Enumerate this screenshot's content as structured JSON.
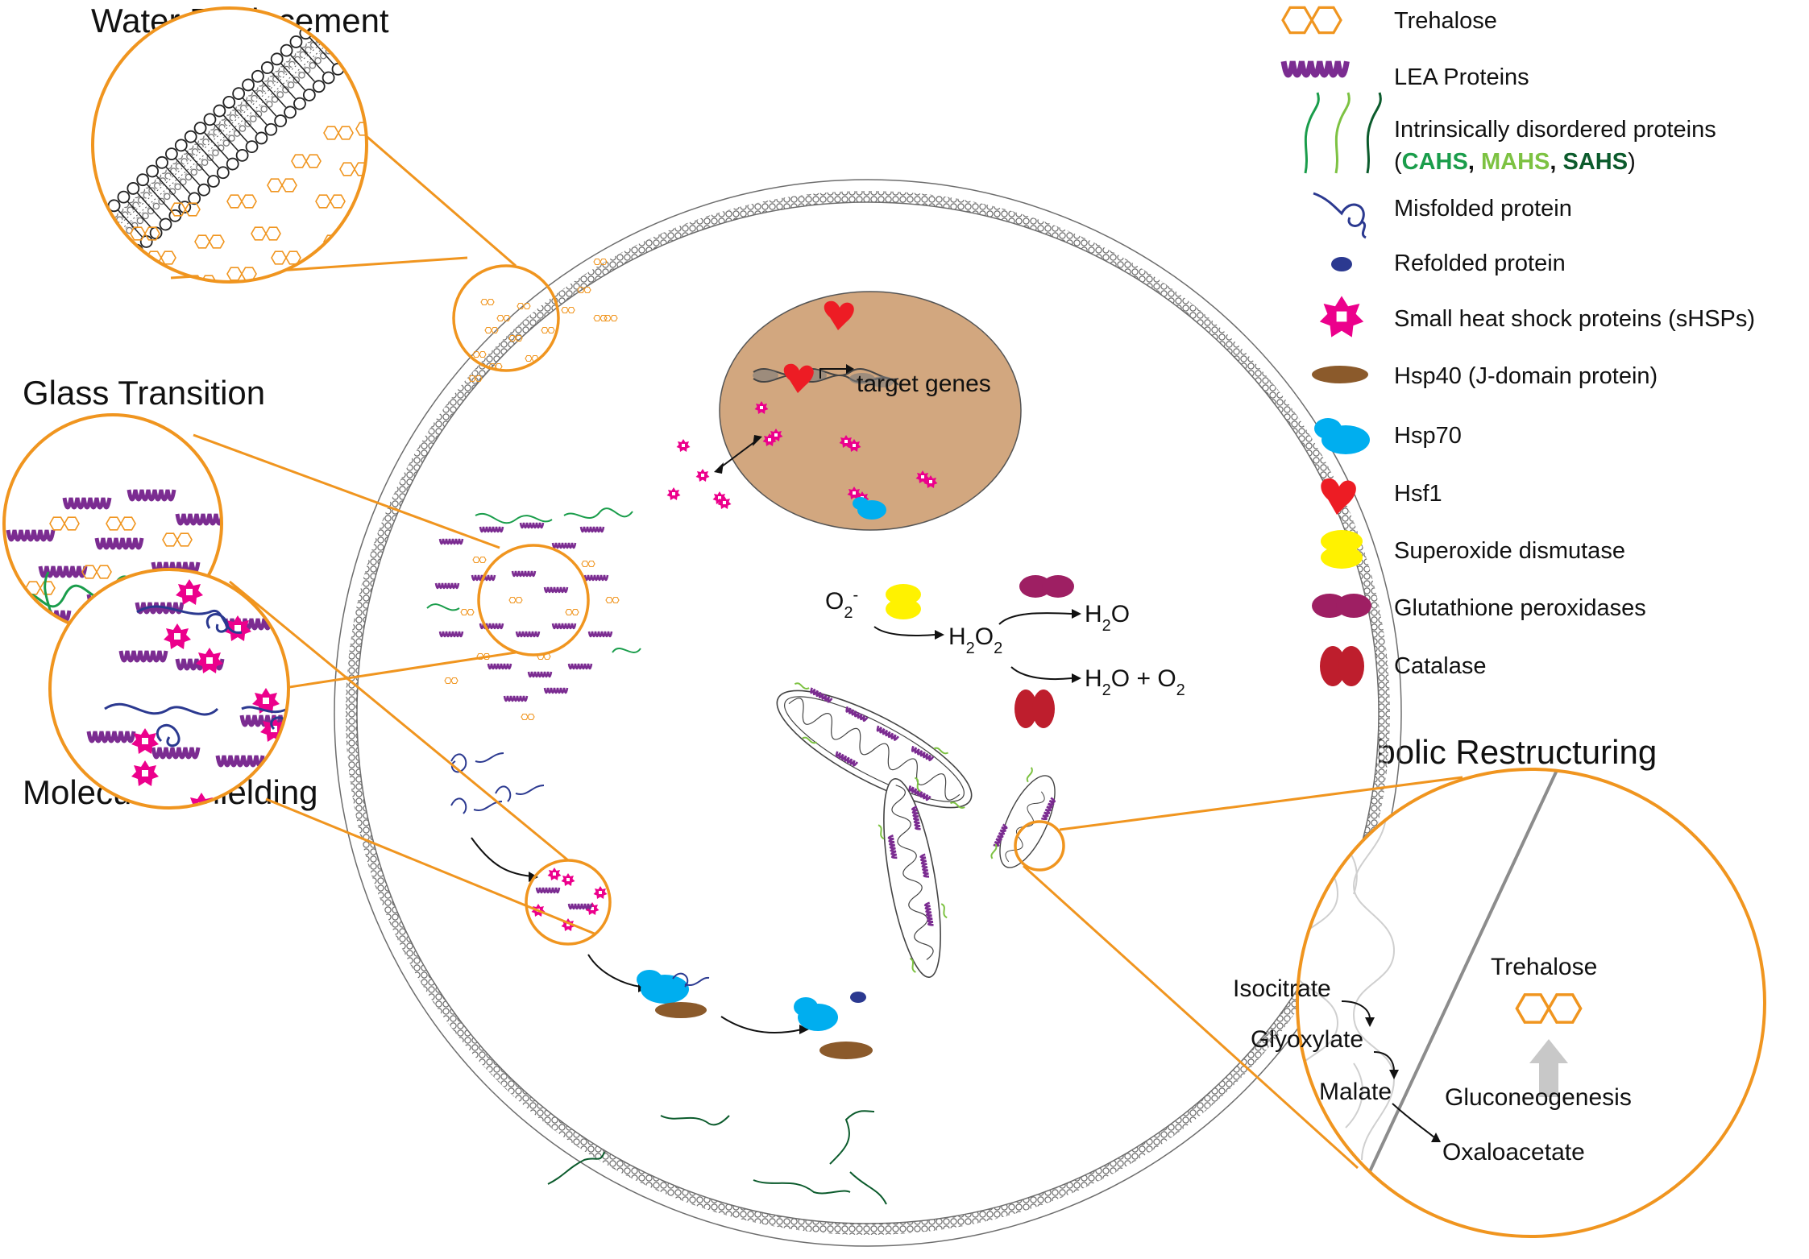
{
  "sections": {
    "water_replacement": "Water Replacement",
    "glass_transition": "Glass Transition",
    "molecular_shielding": "Molecular Shielding",
    "metabolic_restructuring": "Metabolic Restructuring"
  },
  "legend": {
    "trehalose": "Trehalose",
    "lea": "LEA Proteins",
    "idp_line1": "Intrinsically disordered proteins",
    "idp_open": "(",
    "cahs": "CAHS",
    "comma1": ", ",
    "mahs": "MAHS",
    "comma2": ", ",
    "sahs": "SAHS",
    "idp_close": ")",
    "misfolded": "Misfolded protein",
    "refolded": "Refolded protein",
    "shsp": "Small heat shock proteins (sHSPs)",
    "hsp40": "Hsp40 (J-domain protein)",
    "hsp70": "Hsp70",
    "hsf1": "Hsf1",
    "sod": "Superoxide dismutase",
    "gpx": "Glutathione peroxidases",
    "catalase": "Catalase"
  },
  "cell": {
    "target_genes": "target genes",
    "o2": "O",
    "o2_sub": "2",
    "o2_sup": "-",
    "h2o2_h": "H",
    "h2o2_2a": "2",
    "h2o2_o": "O",
    "h2o2_2b": "2",
    "h2o_h": "H",
    "h2o_2": "2",
    "h2o_o": "O",
    "h2o_o2_h": "H",
    "h2o_o2_2": "2",
    "h2o_o2_mid": "O + O",
    "h2o_o2_2b": "2"
  },
  "metabolic": {
    "isocitrate": "Isocitrate",
    "glyoxylate": "Glyoxylate",
    "malate": "Malate",
    "oxaloacetate": "Oxaloacetate",
    "trehalose": "Trehalose",
    "gluconeogenesis": "Gluconeogenesis"
  },
  "colors": {
    "orange": "#f0951f",
    "lea_purple": "#7b2c91",
    "cahs_green": "#1a9d4b",
    "mahs_green": "#7dc242",
    "sahs_green": "#0b5b2c",
    "misfolded_blue": "#2b3990",
    "shsp_pink": "#ec008c",
    "hsp40_brown": "#8b5a2b",
    "hsp70_blue": "#00aeef",
    "hsf1_red": "#ed1c24",
    "sod_yellow": "#fff200",
    "gpx_purple": "#9e1f63",
    "catalase_red": "#be1e2d",
    "nucleus": "#d2a77f",
    "membrane": "#8c8c8c"
  }
}
